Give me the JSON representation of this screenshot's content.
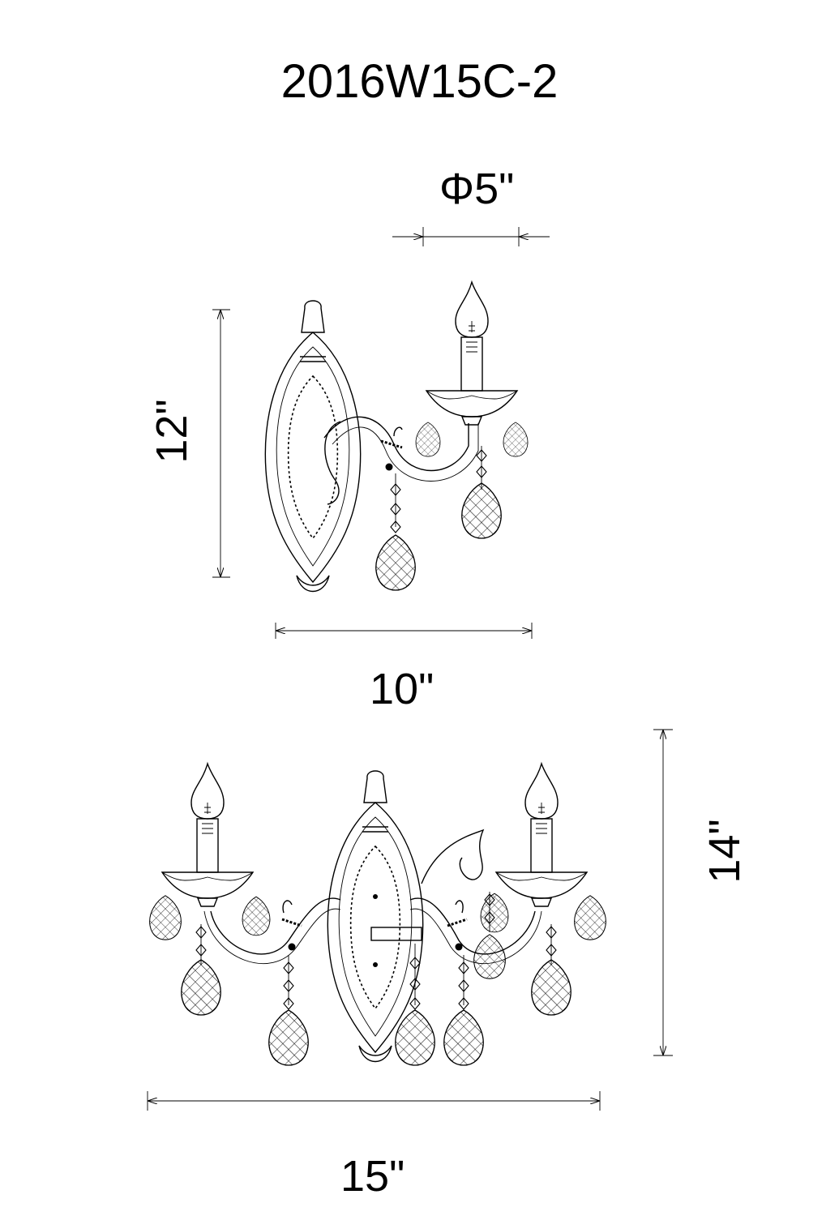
{
  "model_number": "2016W15C-2",
  "dimensions": {
    "diameter": "Φ5\"",
    "single_width": "10\"",
    "single_height": "12\"",
    "double_width": "15\"",
    "double_height": "14\""
  },
  "colors": {
    "ink": "#000000",
    "background": "#ffffff"
  }
}
